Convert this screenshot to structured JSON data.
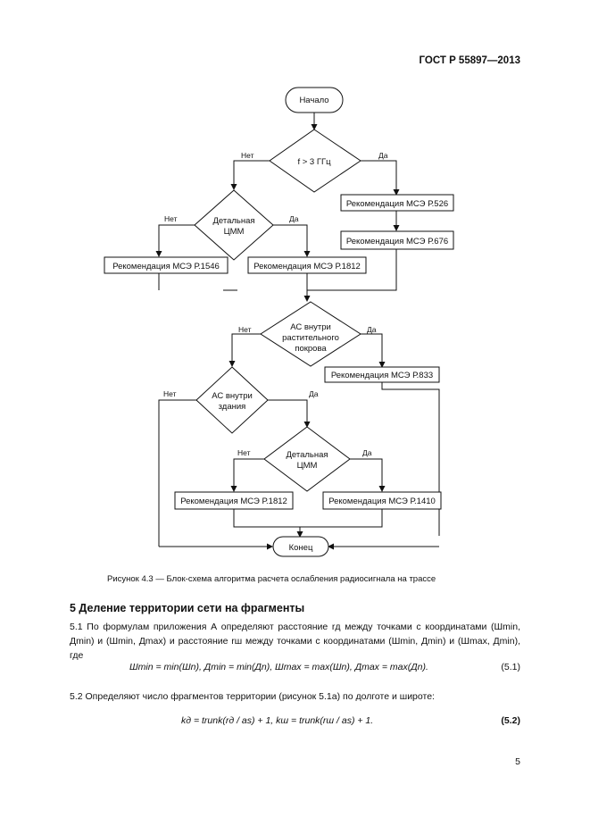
{
  "header": {
    "doc_id": "ГОСТ Р 55897—2013"
  },
  "flowchart": {
    "start": "Начало",
    "d_freq": "f > 3 ГГц",
    "d_freq_no": "Нет",
    "d_freq_yes": "Да",
    "rec_526": "Рекомендация МСЭ Р.526",
    "rec_676": "Рекомендация МСЭ Р.676",
    "d_dem1_line1": "Детальная",
    "d_dem1_line2": "ЦММ",
    "d_dem1_no": "Нет",
    "d_dem1_yes": "Да",
    "rec_1546": "Рекомендация МСЭ Р.1546",
    "rec_1812_a": "Рекомендация МСЭ Р.1812",
    "d_veg_line1": "АС внутри",
    "d_veg_line2": "растительного",
    "d_veg_line3": "покрова",
    "d_veg_no": "Нет",
    "d_veg_yes": "Да",
    "rec_833": "Рекомендация МСЭ Р.833",
    "d_bld_line1": "АС внутри",
    "d_bld_line2": "здания",
    "d_bld_no": "Нет",
    "d_bld_yes": "Да",
    "d_dem2_line1": "Детальная",
    "d_dem2_line2": "ЦММ",
    "d_dem2_no": "Нет",
    "d_dem2_yes": "Да",
    "rec_1812_b": "Рекомендация МСЭ Р.1812",
    "rec_1410": "Рекомендация МСЭ Р.1410",
    "end": "Конец"
  },
  "caption": "Рисунок 4.3 — Блок-схема алгоритма расчета ослабления радиосигнала на трассе",
  "section_title": "5 Деление территории сети на фрагменты",
  "para_5_1": "5.1 По формулам приложения А определяют расстояние rд между точками с координатами (Шmin, Дmin) и (Шmin, Дmax) и расстояние rш между точками с координатами (Шmin, Дmin) и (Шmax, Дmin), где",
  "eq_5_1": "Шmin = min(Шn), Дmin = min(Дn), Шmax = max(Шn), Дmax = max(Дn).",
  "eq_5_1_num": "(5.1)",
  "para_5_2": "5.2 Определяют число фрагментов территории (рисунок 5.1а) по долготе и широте:",
  "eq_5_2": "kд = trunk(rд / as) + 1,  kш = trunk(rш / as) + 1.",
  "eq_5_2_num": "(5.2)",
  "page_number": "5"
}
